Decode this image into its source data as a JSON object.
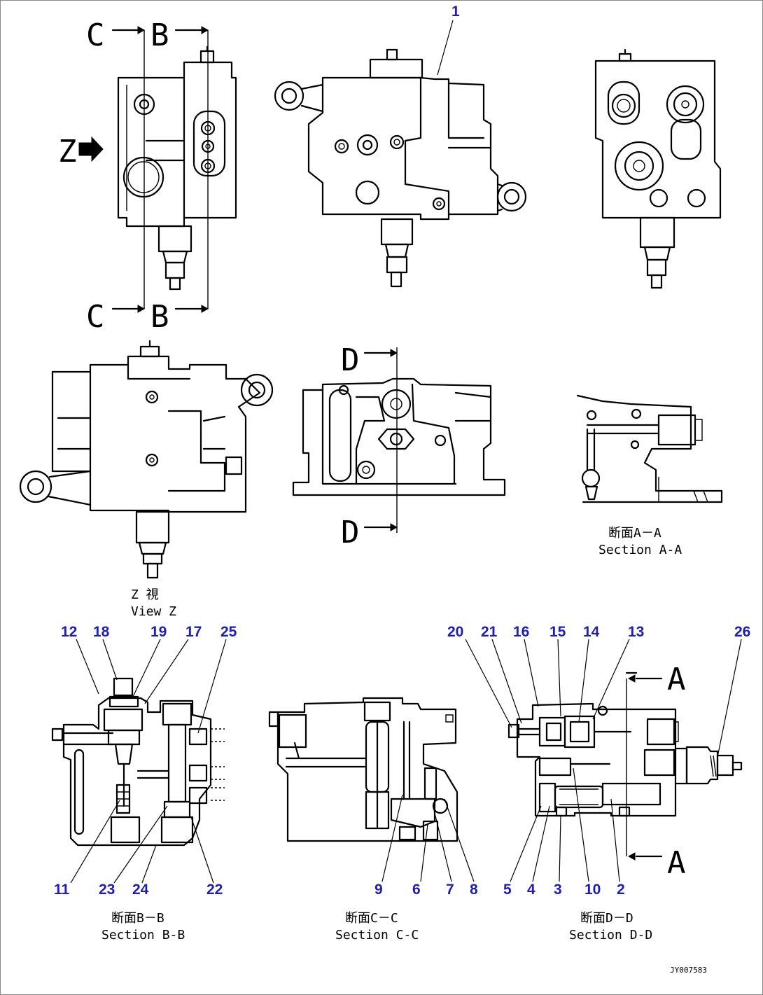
{
  "section_marks": {
    "c": "C",
    "b": "B",
    "d": "D",
    "a": "A",
    "z": "Z"
  },
  "captions": {
    "view_z_jp": "Z 視",
    "view_z_en": "View Z",
    "section_aa_jp": "断面A－A",
    "section_aa_en": "Section A-A",
    "section_bb_jp": "断面B－B",
    "section_bb_en": "Section B-B",
    "section_cc_jp": "断面C－C",
    "section_cc_en": "Section C-C",
    "section_dd_jp": "断面D－D",
    "section_dd_en": "Section D-D"
  },
  "part_numbers": {
    "p1": "1",
    "p2": "2",
    "p3": "3",
    "p4": "4",
    "p5": "5",
    "p6": "6",
    "p7": "7",
    "p8": "8",
    "p9": "9",
    "p10": "10",
    "p11": "11",
    "p12": "12",
    "p13": "13",
    "p14": "14",
    "p15": "15",
    "p16": "16",
    "p17": "17",
    "p18": "18",
    "p19": "19",
    "p20": "20",
    "p21": "21",
    "p22": "22",
    "p23": "23",
    "p24": "24",
    "p25": "25",
    "p26": "26"
  },
  "drawing_ref": "JY007583",
  "colors": {
    "callout": "#1f1fa8",
    "line": "#000000"
  }
}
